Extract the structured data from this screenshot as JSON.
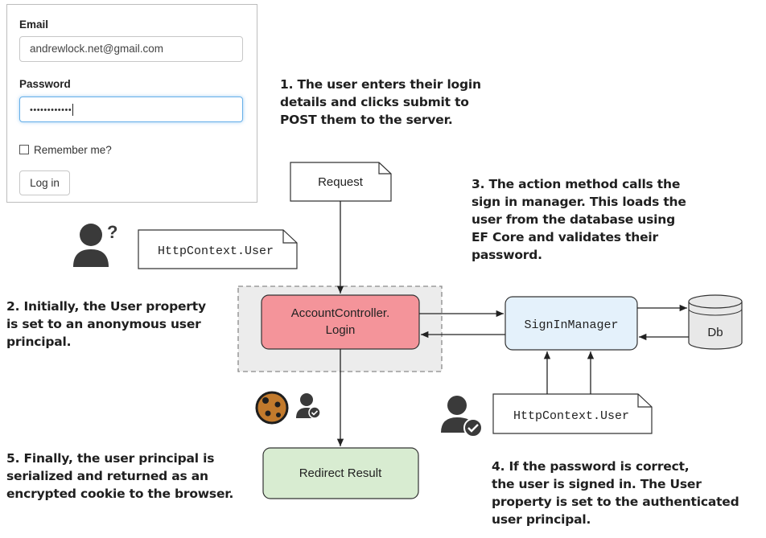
{
  "login_form": {
    "email_label": "Email",
    "email_value": "andrewlock.net@gmail.com",
    "password_label": "Password",
    "password_value": "••••••••••••",
    "remember_label": "Remember me?",
    "login_button": "Log in"
  },
  "notes": {
    "step1": [
      "1. The user enters their login",
      "details and clicks submit to",
      "POST them to the server."
    ],
    "step2": [
      "2. Initially, the User property",
      "is set to an anonymous user",
      "principal."
    ],
    "step3": [
      "3. The action method calls the",
      "sign in manager. This loads the",
      "user from the database using",
      "EF Core and validates their",
      "password."
    ],
    "step4": [
      "4. If the password is correct,",
      "the user is signed in. The User",
      "property is set to the authenticated",
      "user principal."
    ],
    "step5": [
      "5. Finally, the user principal is",
      "serialized and returned as an",
      "encrypted cookie to the browser."
    ]
  },
  "diagram": {
    "request_label": "Request",
    "http_context_top": "HttpContext.User",
    "http_context_bottom": "HttpContext.User",
    "controller_line1": "AccountController.",
    "controller_line2": "Login",
    "sign_in_manager": "SignInManager",
    "db_label": "Db",
    "redirect_result": "Redirect Result",
    "anon_user_mark": "?"
  },
  "colors": {
    "controller_fill": "#f4949a",
    "signin_fill": "#e4f1fb",
    "redirect_fill": "#d8ecd1",
    "db_fill": "#e8e8e8",
    "region_fill": "#ececec",
    "person_fill": "#3a3a3a"
  },
  "icons": [
    "anonymous-user-icon",
    "authenticated-user-icon",
    "cookie-icon",
    "check-badge-icon",
    "database-icon"
  ]
}
